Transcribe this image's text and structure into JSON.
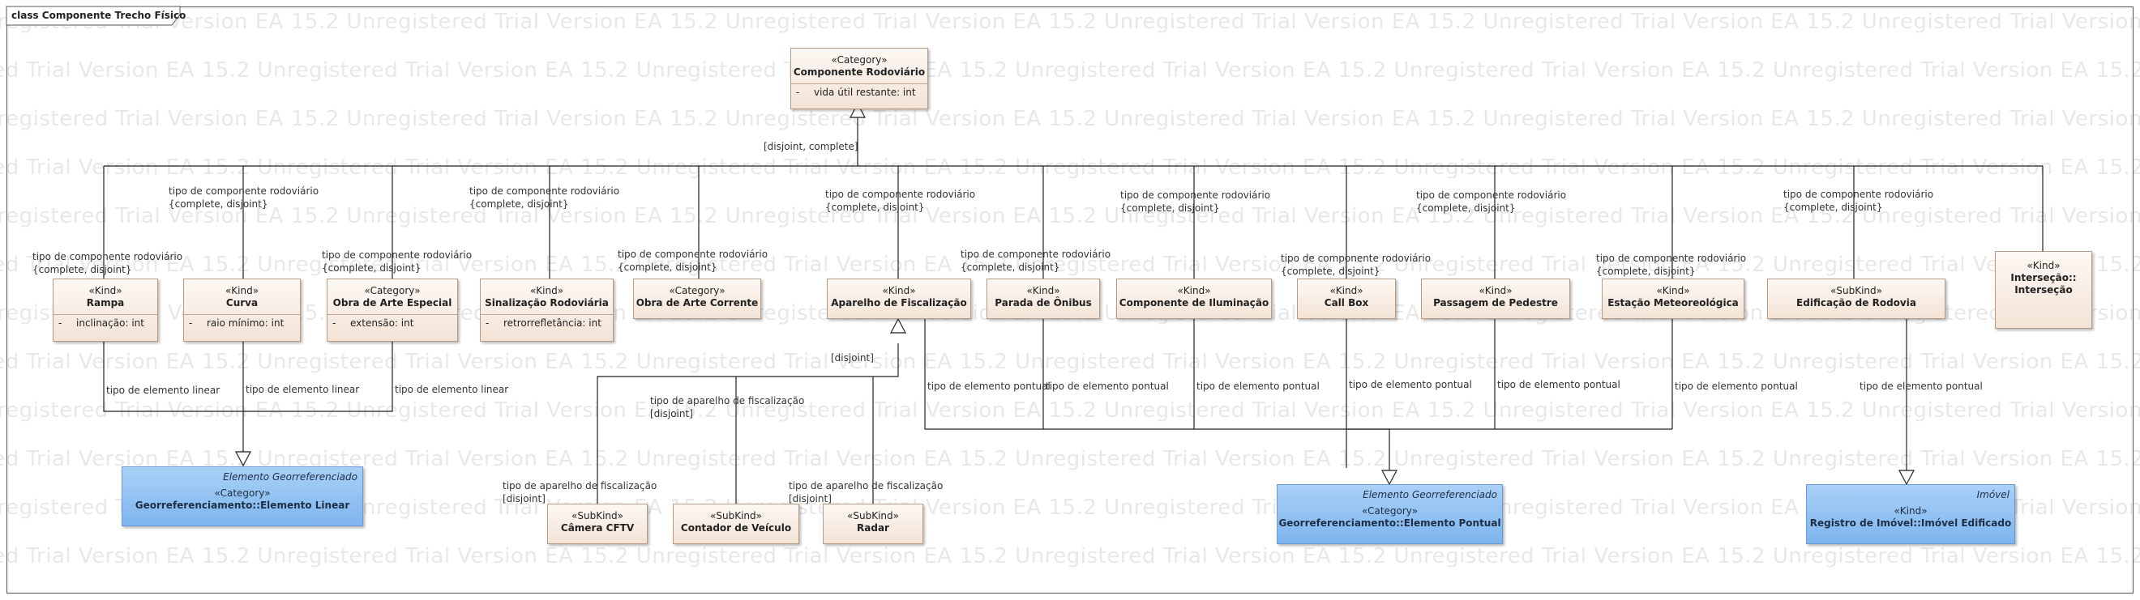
{
  "frame": {
    "title": "class Componente Trecho Físico"
  },
  "watermark": {
    "text": "Unregistered Trial Version EA 15.2",
    "color": "#c8c8c8"
  },
  "colors": {
    "class_fill": "#f6ebe1",
    "class_border": "#b79b85",
    "external_fill": "#8fc1f2",
    "line": "#222222"
  },
  "classes": {
    "componente_rodoviario": {
      "stereotype": "«Category»",
      "name": "Componente Rodoviário",
      "attr_vis": "-",
      "attr": "vida útil restante: int"
    },
    "rampa": {
      "stereotype": "«Kind»",
      "name": "Rampa",
      "attr_vis": "-",
      "attr": "inclinação: int"
    },
    "curva": {
      "stereotype": "«Kind»",
      "name": "Curva",
      "attr_vis": "-",
      "attr": "raio mínimo: int"
    },
    "obra_arte_especial": {
      "stereotype": "«Category»",
      "name": "Obra de Arte Especial",
      "attr_vis": "-",
      "attr": "extensão: int"
    },
    "sinalizacao": {
      "stereotype": "«Kind»",
      "name": "Sinalização Rodoviária",
      "attr_vis": "-",
      "attr": "retrorrefletância: int"
    },
    "obra_arte_corrente": {
      "stereotype": "«Category»",
      "name": "Obra de Arte Corrente"
    },
    "aparelho_fiscalizacao": {
      "stereotype": "«Kind»",
      "name": "Aparelho de Fiscalização"
    },
    "parada_onibus": {
      "stereotype": "«Kind»",
      "name": "Parada de Ônibus"
    },
    "componente_iluminacao": {
      "stereotype": "«Kind»",
      "name": "Componente de Iluminação"
    },
    "call_box": {
      "stereotype": "«Kind»",
      "name": "Call Box"
    },
    "passagem_pedestre": {
      "stereotype": "«Kind»",
      "name": "Passagem de Pedestre"
    },
    "estacao_meteoreologica": {
      "stereotype": "«Kind»",
      "name": "Estação Meteoreológica"
    },
    "edificacao_rodovia": {
      "stereotype": "«SubKind»",
      "name": "Edificação de Rodovia"
    },
    "intersecao": {
      "stereotype": "«Kind»",
      "name_line1": "Interseção::",
      "name_line2": "Interseção"
    },
    "camera_cftv": {
      "stereotype": "«SubKind»",
      "name": "Câmera CFTV"
    },
    "contador_veiculo": {
      "stereotype": "«SubKind»",
      "name": "Contador de Veículo"
    },
    "radar": {
      "stereotype": "«SubKind»",
      "name": "Radar"
    },
    "elemento_linear": {
      "package": "Elemento Georreferenciado",
      "stereotype": "«Category»",
      "name": "Georreferenciamento::Elemento Linear"
    },
    "elemento_pontual": {
      "package": "Elemento Georreferenciado",
      "stereotype": "«Category»",
      "name": "Georreferenciamento::Elemento Pontual"
    },
    "imovel_edificado": {
      "package": "Imóvel",
      "stereotype": "«Kind»",
      "name": "Registro de Imóvel::Imóvel Edificado"
    }
  },
  "labels": {
    "top_gs": "[disjoint, complete]",
    "gs_name": "tipo de componente rodoviário",
    "gs_constraint": "{complete, disjoint}",
    "fisc_gs": "[disjoint]",
    "fisc_name": "tipo de aparelho de fiscalização",
    "fisc_constraint": "[disjoint]",
    "linear_rel": "tipo de elemento linear",
    "pontual_rel": "tipo de elemento pontual"
  }
}
